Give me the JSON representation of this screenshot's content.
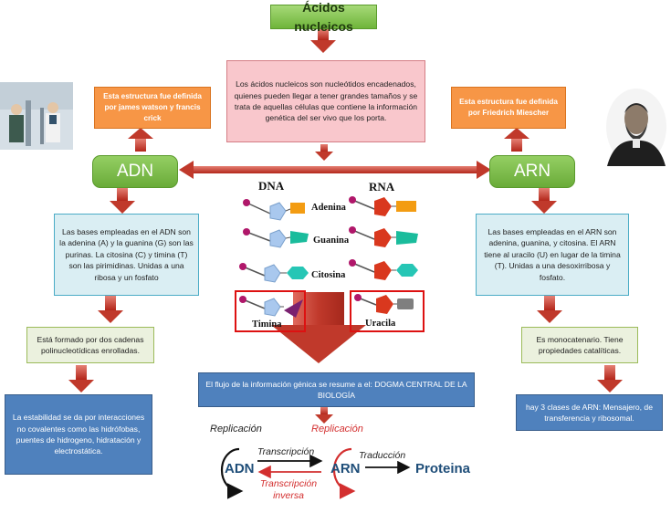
{
  "title": "Ácidos nucleicos",
  "definition": "Los ácidos nucleicos son nucleótidos encadenados, quienes pueden llegar a tener grandes tamaños y se trata de aquellas células que contiene la información genética del ser vivo que los porta.",
  "adn": {
    "label": "ADN",
    "discovery": "Esta estructura fue definida por james watson y francis crick",
    "bases": "Las bases empleadas en el ADN son la adenina (A) y la guanina (G) son las purinas. La citosina (C) y timina (T) son las pirimidinas. Unidas a una ribosa y un fosfato",
    "structure": "Está formado por dos cadenas polinucleotídicas enrolladas.",
    "stability": "La estabilidad se da por interacciones no covalentes como las hidrófobas, puentes de hidrogeno, hidratación y electrostática."
  },
  "arn": {
    "label": "ARN",
    "discovery": "Esta estructura fue definida por Friedrich Miescher",
    "bases": "Las bases empleadas en el ARN son adenina, guanina, y citosina. El ARN tiene al uracilo (U) en lugar de la timina (T). Unidas a una desoxirribosa y fosfato.",
    "structure": "Es monocatenario. Tiene propiedades catalíticas.",
    "types": "hay 3 clases de ARN: Mensajero, de transferencia y ribosomal."
  },
  "nucleotides": {
    "dna_header": "DNA",
    "rna_header": "RNA",
    "adenina": "Adenina",
    "guanina": "Guanina",
    "citosina": "Citosina",
    "timina": "Timina",
    "uracila": "Uracila"
  },
  "dogma": {
    "summary": "El flujo de la información génica se resume a el: DOGMA CENTRAL DE LA BIOLOGÍA",
    "replicacion_left": "Replicación",
    "replicacion_right": "Replicación",
    "transcripcion": "Transcripción",
    "traduccion": "Traducción",
    "transcripcion_inversa": "Transcripción inversa",
    "adn": "ADN",
    "arn": "ARN",
    "proteina": "Proteina"
  },
  "colors": {
    "red_arrow": "#c0392b",
    "title_green": "#6fb53a",
    "orange": "#f79646",
    "cyan_border": "#4bacc6",
    "blue": "#4f81bd"
  }
}
